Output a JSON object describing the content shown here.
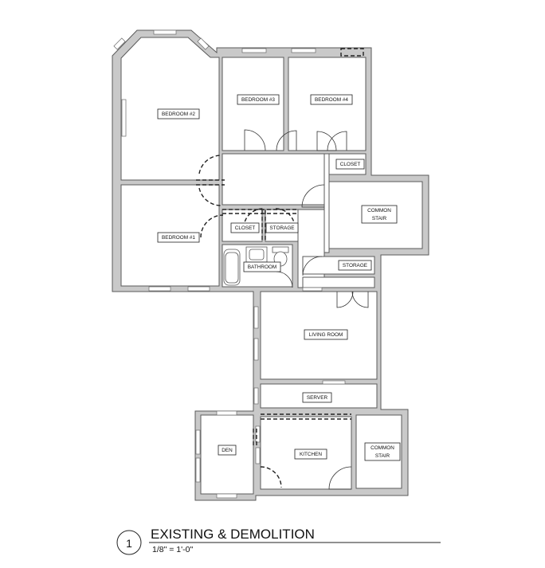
{
  "rooms": {
    "bedroom_2": "BEDROOM #2",
    "bedroom_3": "BEDROOM #3",
    "bedroom_4": "BEDROOM #4",
    "closet_ne": "CLOSET",
    "common_stair_upper": "COMMON\nSTAIR",
    "bedroom_1": "BEDROOM #1",
    "closet": "CLOSET",
    "storage": "STORAGE",
    "storage_hall": "STORAGE",
    "bathroom": "BATHROOM",
    "living_room": "LIVING ROOM",
    "server": "SERVER",
    "den": "DEN",
    "kitchen": "KITCHEN",
    "common_stair_lower": "COMMON\nSTAIR"
  },
  "title_block": {
    "number": "1",
    "title": "EXISTING & DEMOLITION",
    "scale": "1/8\" = 1'-0\""
  }
}
